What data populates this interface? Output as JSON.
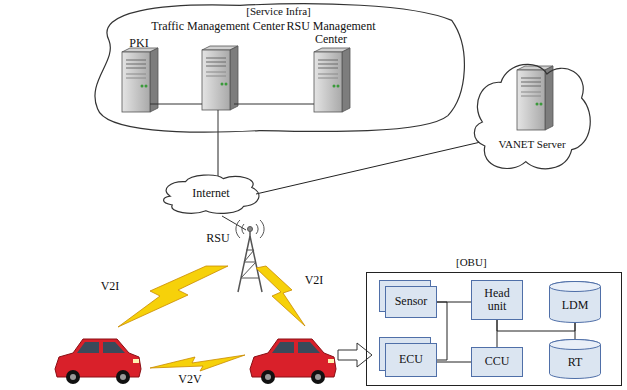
{
  "diagram": {
    "nodes": [
      {
        "text": [
          "[Service Infra]"
        ]
      },
      {
        "text": [
          "VANET Server"
        ]
      },
      {
        "text": [
          "Internet"
        ]
      },
      {
        "text": [
          "[OBU]"
        ]
      },
      {
        "text": [
          "Sensor"
        ],
        "in": 3
      },
      {
        "text": [
          "Head unit"
        ],
        "in": 3
      },
      {
        "text": [
          "LDM"
        ],
        "in": 3
      },
      {
        "text": [
          "ECU"
        ],
        "in": 3
      },
      {
        "text": [
          "CCU"
        ],
        "in": 3
      },
      {
        "text": [
          "RT"
        ],
        "in": 3
      }
    ],
    "edges": [
      {
        "from": 0,
        "to": 2,
        "arrow": "none"
      },
      {
        "from": 2,
        "to": 1,
        "arrow": "none"
      },
      {
        "from": 4,
        "to": 5,
        "arrow": "none"
      },
      {
        "from": 4,
        "to": 7,
        "arrow": "none"
      },
      {
        "from": 5,
        "to": 8,
        "arrow": "none"
      },
      {
        "from": 5,
        "to": 6,
        "arrow": "none"
      },
      {
        "from": 6,
        "to": 9,
        "arrow": "none"
      },
      {
        "from": 7,
        "to": 8,
        "arrow": "none"
      }
    ],
    "labels": [
      "PKI",
      "Traffic Management Center",
      "RSU Management Center",
      "RSU",
      "V2I",
      "V2I",
      "V2V"
    ]
  }
}
